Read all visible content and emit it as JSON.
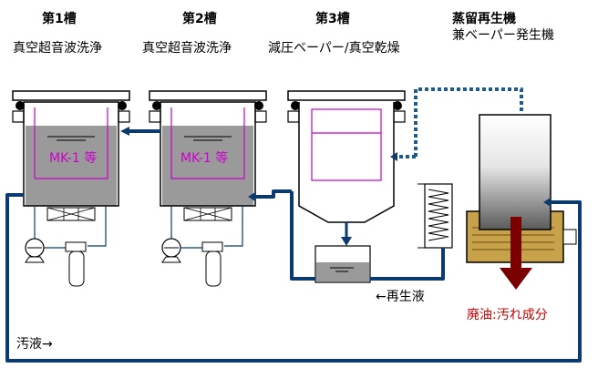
{
  "stage1": {
    "title": "第1槽",
    "subtitle": "真空超音波洗浄",
    "tank_label": "MK-1  等"
  },
  "stage2": {
    "title": "第2槽",
    "subtitle": "真空超音波洗浄",
    "tank_label": "MK-1  等"
  },
  "stage3": {
    "title": "第3槽",
    "subtitle": "減圧ベーパー/真空乾燥"
  },
  "stage4": {
    "title": "蒸留再生機",
    "subtitle": "兼ベーパー発生機"
  },
  "labels": {
    "regenerated_liquid": "←再生液",
    "waste_liquid": "汚液→",
    "waste_oil": "廃油:汚れ成分"
  },
  "colors": {
    "pipe": "#0a3a6e",
    "vapor_dot": "#1f5a8a",
    "liquid": "#9a9a9a",
    "frame": "#000000",
    "basket": "#cc00cc",
    "heater": "#c8a24a",
    "drain_arrow": "#7a0000"
  }
}
